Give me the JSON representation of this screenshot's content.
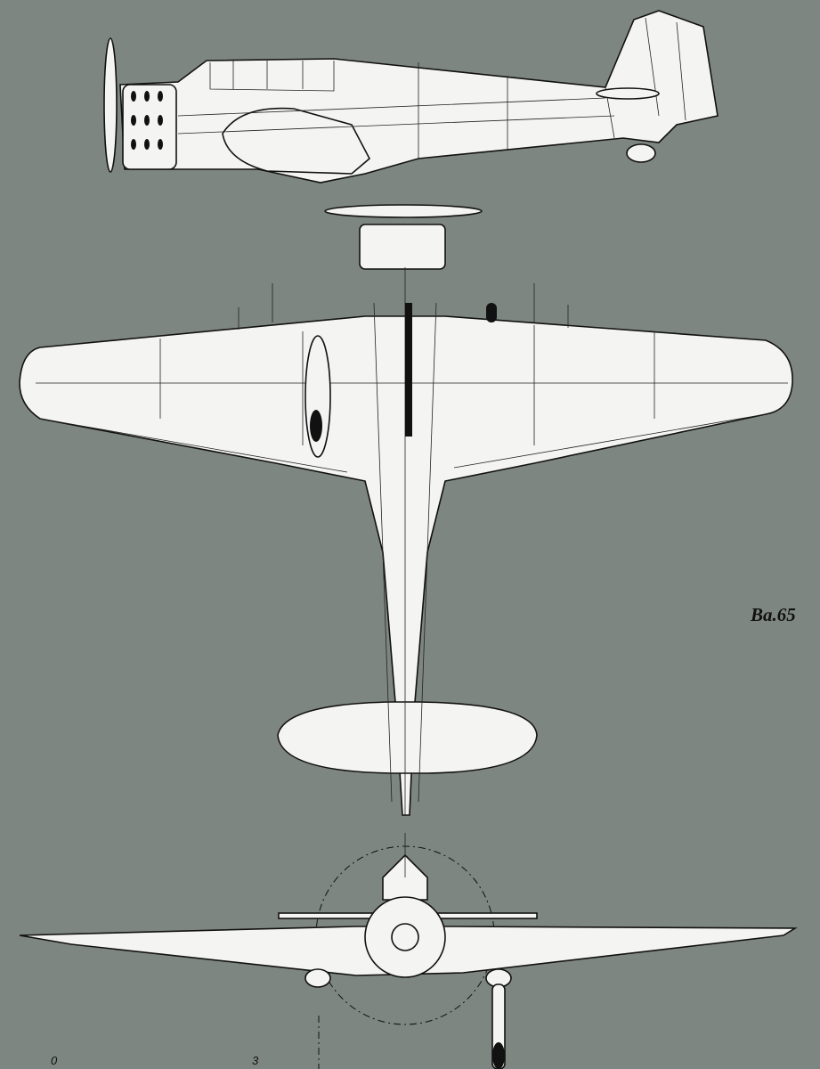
{
  "drawing": {
    "title": "Ba.65",
    "views": [
      "side",
      "top",
      "front"
    ],
    "scale_labels": [
      "0",
      "3"
    ],
    "colors": {
      "background": "#7e8681",
      "fill": "#f4f4f2",
      "line": "#111111"
    }
  }
}
